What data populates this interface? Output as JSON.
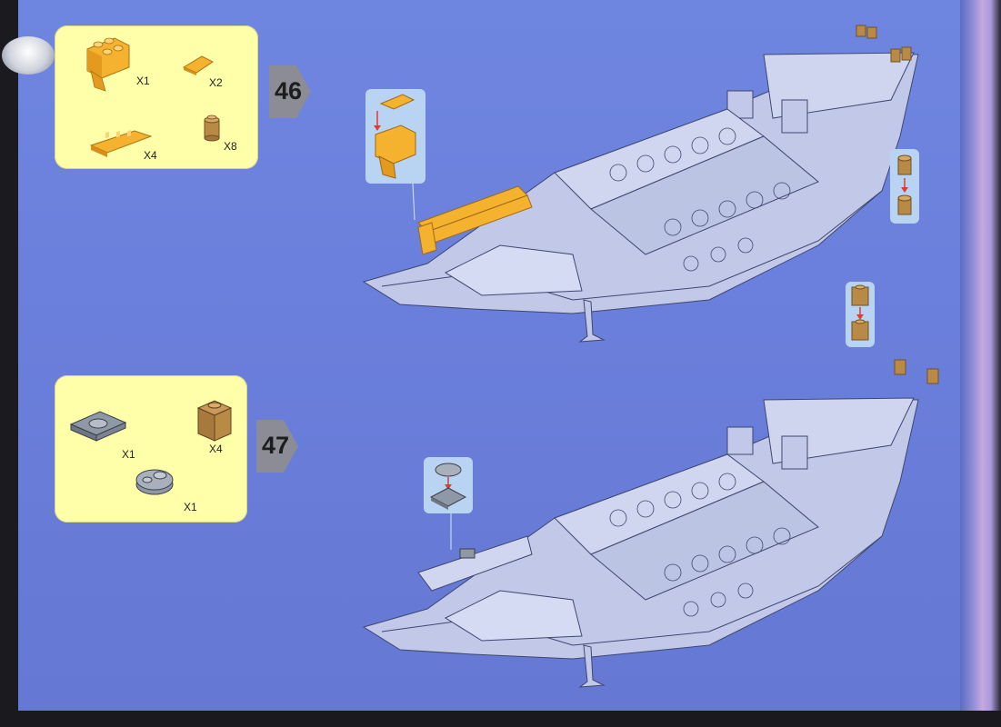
{
  "steps": [
    {
      "number": "46",
      "parts": [
        {
          "qty": "X1",
          "icon": "orange-gun-mount-brick"
        },
        {
          "qty": "X2",
          "icon": "orange-slope-tile"
        },
        {
          "qty": "X4",
          "icon": "orange-crenellated-plate"
        },
        {
          "qty": "X8",
          "icon": "tan-round-brick"
        }
      ]
    },
    {
      "number": "47",
      "parts": [
        {
          "qty": "X1",
          "icon": "gray-square-plate-with-hole"
        },
        {
          "qty": "X4",
          "icon": "tan-1x1-brick"
        },
        {
          "qty": "X1",
          "icon": "gray-round-plate"
        }
      ]
    }
  ],
  "colors": {
    "page_background": "#6b80da",
    "parts_panel": "#ffffa9",
    "highlight_part": "#f5b22e",
    "tan_part": "#b98a45",
    "gray_part": "#8f98a6",
    "callout": "#b9d3f3",
    "ship_line": "#ced3ea"
  }
}
